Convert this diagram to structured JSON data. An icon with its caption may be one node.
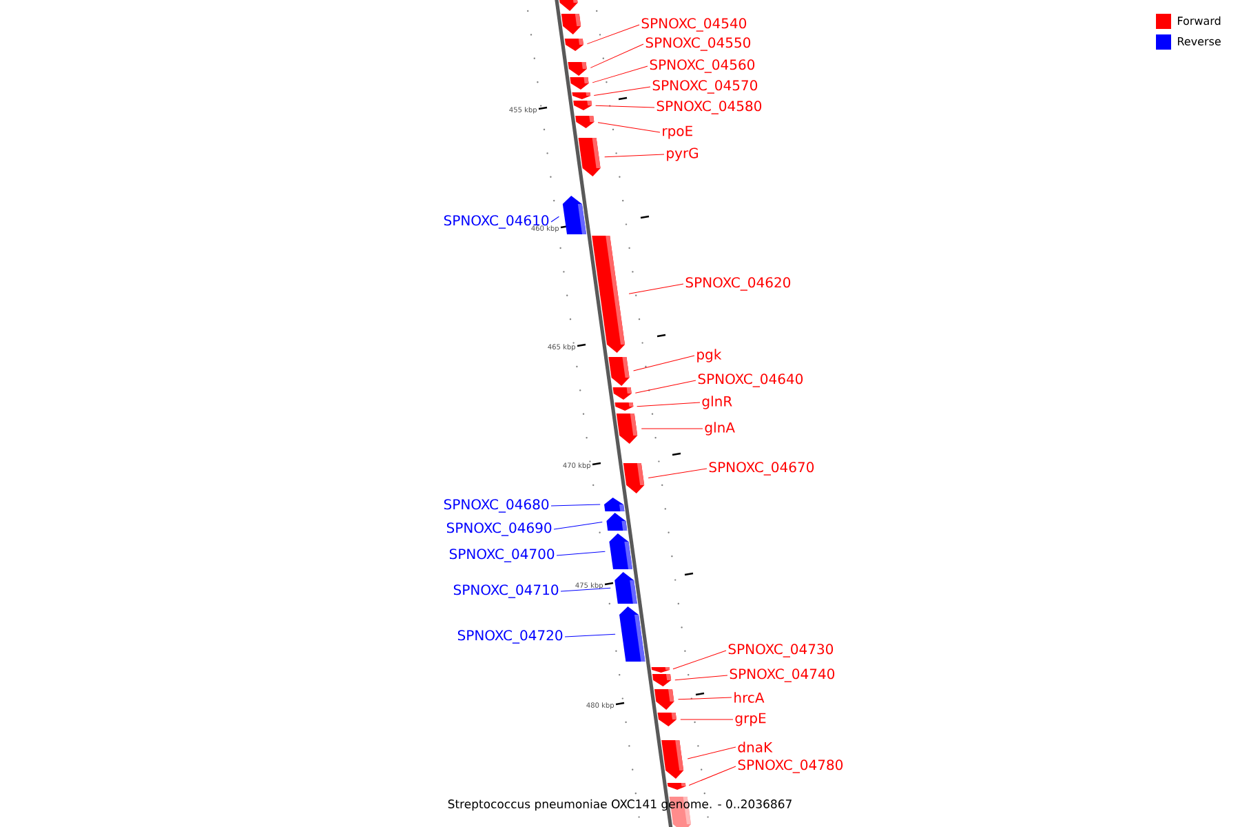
{
  "diagram": {
    "caption": "Streptococcus pneumoniae OXC141 genome. - 0..2036867",
    "nodes": [
      {
        "text": [],
        "shape": "bar"
      },
      {
        "text": [],
        "shape": "bar"
      },
      {
        "text": [
          "SPNOXC_04540"
        ]
      },
      {
        "text": [],
        "shape": "bar"
      },
      {
        "text": [
          "SPNOXC_04550"
        ]
      },
      {
        "text": [],
        "shape": "bar"
      },
      {
        "text": [
          "SPNOXC_04560"
        ]
      },
      {
        "text": [],
        "shape": "bar"
      },
      {
        "text": [
          "SPNOXC_04570"
        ]
      },
      {
        "text": [],
        "shape": "bar"
      },
      {
        "text": [
          "SPNOXC_04580"
        ]
      },
      {
        "text": [],
        "shape": "bar"
      },
      {
        "text": [
          "rpoE"
        ]
      },
      {
        "text": [],
        "shape": "bar"
      },
      {
        "text": [
          "pyrG"
        ]
      },
      {
        "text": [],
        "shape": "bar"
      },
      {
        "text": [
          "SPNOXC_04610"
        ]
      },
      {
        "text": [],
        "shape": "bar"
      },
      {
        "text": [
          "SPNOXC_04620"
        ]
      },
      {
        "text": [],
        "shape": "bar"
      },
      {
        "text": [
          "pgk"
        ]
      },
      {
        "text": [],
        "shape": "bar"
      },
      {
        "text": [
          "SPNOXC_04640"
        ]
      },
      {
        "text": [],
        "shape": "bar"
      },
      {
        "text": [
          "glnR"
        ]
      },
      {
        "text": [],
        "shape": "bar"
      },
      {
        "text": [
          "glnA"
        ]
      },
      {
        "text": [],
        "shape": "bar"
      },
      {
        "text": [
          "SPNOXC_04670"
        ]
      },
      {
        "text": [],
        "shape": "bar"
      },
      {
        "text": [
          "SPNOXC_04680"
        ]
      },
      {
        "text": [],
        "shape": "bar"
      },
      {
        "text": [
          "SPNOXC_04690"
        ]
      },
      {
        "text": [],
        "shape": "bar"
      },
      {
        "text": [
          "SPNOXC_04700"
        ]
      },
      {
        "text": [],
        "shape": "bar"
      },
      {
        "text": [
          "SPNOXC_04710"
        ]
      },
      {
        "text": [],
        "shape": "bar"
      },
      {
        "text": [
          "SPNOXC_04720"
        ]
      },
      {
        "text": [],
        "shape": "bar"
      },
      {
        "text": [
          "SPNOXC_04730"
        ]
      },
      {
        "text": [],
        "shape": "bar"
      },
      {
        "text": [
          "SPNOXC_04740"
        ]
      },
      {
        "text": [],
        "shape": "bar"
      },
      {
        "text": [
          "hrcA"
        ]
      },
      {
        "text": [],
        "shape": "bar"
      },
      {
        "text": [
          "grpE"
        ]
      },
      {
        "text": [],
        "shape": "bar"
      },
      {
        "text": [
          "dnaK"
        ]
      },
      {
        "text": [],
        "shape": "bar"
      },
      {
        "text": [
          "SPNOXC_04780"
        ]
      },
      {
        "text": [],
        "shape": "bar"
      },
      {
        "text": [],
        "shape": "bar"
      }
    ],
    "edges": [
      {
        "from": 2,
        "to": 3,
        "arrow": "none"
      },
      {
        "from": 4,
        "to": 5,
        "arrow": "none"
      },
      {
        "from": 6,
        "to": 7,
        "arrow": "none"
      },
      {
        "from": 8,
        "to": 9,
        "arrow": "none"
      },
      {
        "from": 10,
        "to": 11,
        "arrow": "none"
      },
      {
        "from": 12,
        "to": 13,
        "arrow": "none"
      },
      {
        "from": 14,
        "to": 15,
        "arrow": "none"
      },
      {
        "from": 16,
        "to": 17,
        "arrow": "none",
        "color": "#0000ff"
      },
      {
        "from": 18,
        "to": 19,
        "arrow": "none"
      },
      {
        "from": 20,
        "to": 21,
        "arrow": "none"
      },
      {
        "from": 22,
        "to": 23,
        "arrow": "none"
      },
      {
        "from": 24,
        "to": 25,
        "arrow": "none"
      },
      {
        "from": 26,
        "to": 27,
        "arrow": "none"
      },
      {
        "from": 28,
        "to": 29,
        "arrow": "none"
      },
      {
        "from": 30,
        "to": 31,
        "arrow": "none",
        "color": "#0000ff"
      },
      {
        "from": 32,
        "to": 33,
        "arrow": "none",
        "color": "#0000ff"
      },
      {
        "from": 34,
        "to": 35,
        "arrow": "none",
        "color": "#0000ff"
      },
      {
        "from": 36,
        "to": 37,
        "arrow": "none",
        "color": "#0000ff"
      },
      {
        "from": 38,
        "to": 39,
        "arrow": "none",
        "color": "#0000ff"
      },
      {
        "from": 40,
        "to": 41,
        "arrow": "none"
      },
      {
        "from": 42,
        "to": 43,
        "arrow": "none"
      },
      {
        "from": 44,
        "to": 45,
        "arrow": "none"
      },
      {
        "from": 46,
        "to": 47,
        "arrow": "none"
      },
      {
        "from": 48,
        "to": 49,
        "arrow": "none"
      },
      {
        "from": 50,
        "to": 51,
        "arrow": "none"
      }
    ],
    "labels": [
      "455 kbp",
      "460 kbp",
      "465 kbp",
      "470 kbp",
      "475 kbp",
      "480 kbp"
    ],
    "legend": [
      {
        "text": "Forward",
        "color": "#ff0000"
      },
      {
        "text": "Reverse",
        "color": "#0000ff"
      }
    ]
  }
}
